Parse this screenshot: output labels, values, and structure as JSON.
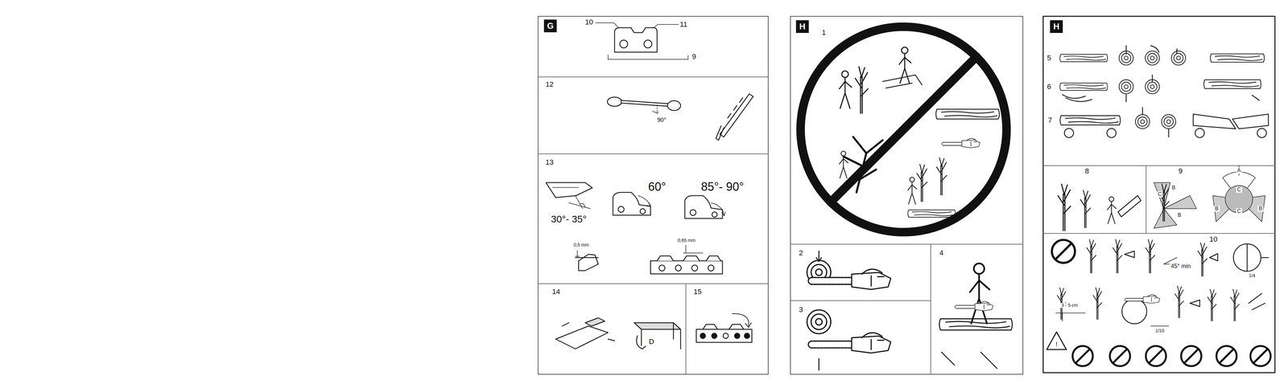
{
  "diagram": {
    "nodes": [
      {
        "text": [
          "G"
        ]
      },
      {
        "text": [
          "H"
        ]
      },
      {
        "text": [
          "H"
        ]
      }
    ],
    "labels": [
      "10",
      "11",
      "9",
      "12",
      "90°",
      "13",
      "60°",
      "85°- 90°",
      "30°- 35°",
      "0,5 mm",
      "0,65 mm",
      "14",
      "D",
      "15",
      "1",
      "2",
      "3",
      "4",
      "5",
      "6",
      "7",
      "8",
      "9",
      "C",
      "B",
      "B",
      "A",
      "C",
      "B",
      "C",
      "B",
      "10",
      "45° min",
      "1/4",
      "3 - 5 cm",
      "1/10",
      "!"
    ]
  }
}
